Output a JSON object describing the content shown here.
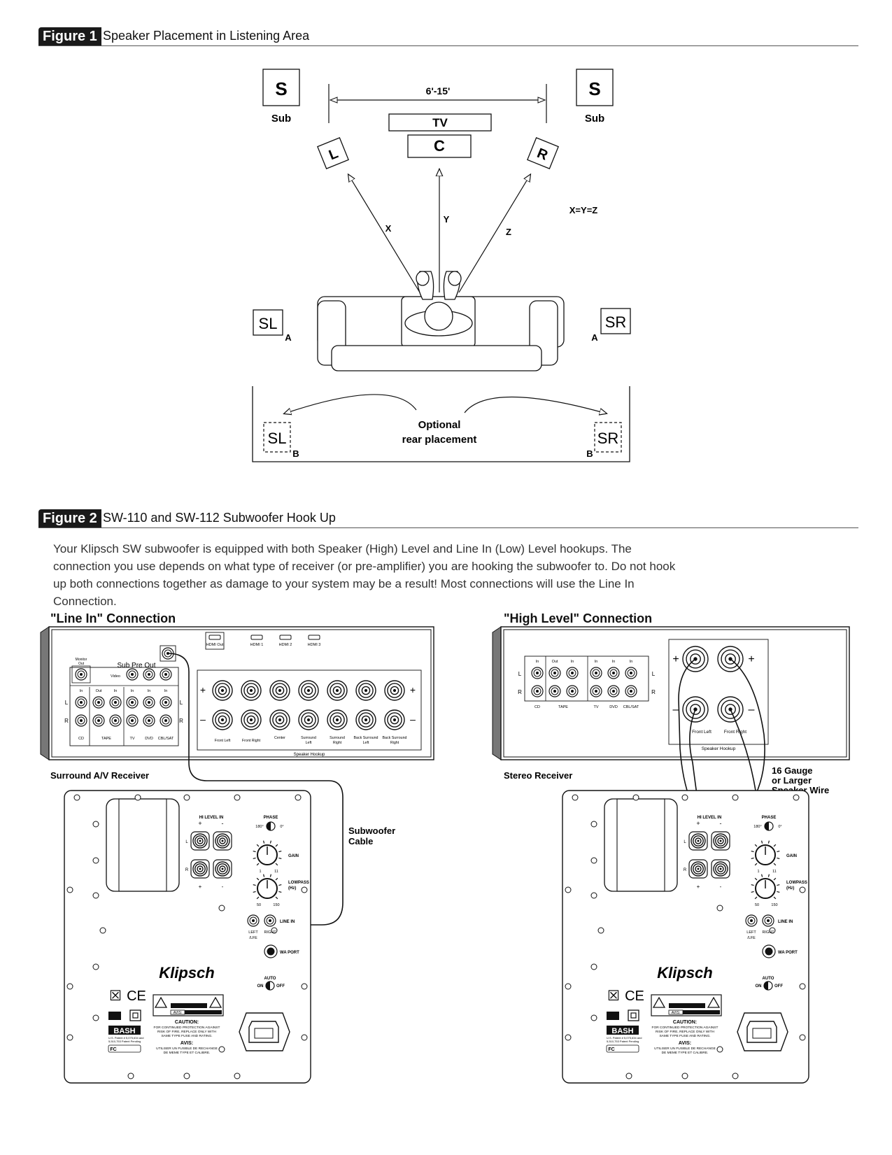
{
  "figure1": {
    "badge": "Figure 1",
    "title": "Speaker Placement in Listening Area",
    "sub_letter": "S",
    "sub_label": "Sub",
    "distance": "6'-15'",
    "tv": "TV",
    "center": "C",
    "left": "L",
    "right": "R",
    "x_label": "X",
    "y_label": "Y",
    "z_label": "Z",
    "equation": "X=Y=Z",
    "sl": "SL",
    "sr": "SR",
    "pos_a": "A",
    "pos_b": "B",
    "optional_line1": "Optional",
    "optional_line2": "rear placement"
  },
  "figure2": {
    "badge": "Figure 2",
    "title": "SW-110 and SW-112 Subwoofer Hook Up",
    "intro": "Your Klipsch SW subwoofer is equipped with both Speaker (High) Level and Line In (Low) Level hookups.  The connection you use depends on what type of receiver (or pre-amplifier) you are hooking the subwoofer to.  Do not hook up both connections together as damage to your system may be a result! Most connections will use the Line In Connection.",
    "line_in_title": "\"Line In\" Connection",
    "high_level_title": "\"High Level\" Connection",
    "av_receiver_label": "Surround A/V Receiver",
    "stereo_receiver_label": "Stereo Receiver",
    "subwoofer_cable": [
      "Subwoofer",
      "Cable"
    ],
    "wire_note": [
      "16 Gauge",
      "or Larger",
      "Speaker Wire"
    ],
    "av": {
      "sub_pre_out": "Sub Pre Out",
      "monitor_out": [
        "Monitor",
        "Out"
      ],
      "video": "Video",
      "hdmi": [
        "HDMI Out",
        "HDMI 1",
        "HDMI 2",
        "HDMI 3"
      ],
      "in": "In",
      "out": "Out",
      "sources": [
        "CD",
        "TAPE",
        "TV",
        "DVD",
        "CBL/SAT"
      ],
      "channels": [
        "Front Left",
        "Front Right",
        "Center",
        "Surround Left",
        "Surround Right",
        "Back Surround Left",
        "Back Surround Right"
      ],
      "speaker_hookup": "Speaker Hookup"
    },
    "stereo": {
      "front_left": "Front Left",
      "front_right": "Front Right",
      "speaker_hookup": "Speaker Hookup"
    },
    "sub_panel": {
      "hi_level_in": "HI LEVEL IN",
      "phase": "PHASE",
      "phase_values": [
        "180°",
        "0°"
      ],
      "gain": "GAIN",
      "lowpass": [
        "LOWPASS",
        "(Hz)"
      ],
      "lowpass_range": [
        "50",
        "150"
      ],
      "gain_range": [
        "1",
        "11"
      ],
      "line_in": "LINE IN",
      "left_lfe": [
        "LEFT",
        "/LFE"
      ],
      "right": "RIGHT",
      "wa_port": "WA PORT",
      "auto": "AUTO",
      "on": "ON",
      "off": "OFF",
      "brand": "Klipsch",
      "caution": "CAUTION:",
      "caution_text": [
        "FOR CONTINUED PROTECTION AGAINST",
        "RISK OF FIRE, REPLACE ONLY WITH",
        "SAME TYPE FUSE AND RATING."
      ],
      "avis": "AVIS:",
      "avis_text": [
        "UTILISER UN FUSIBLE DE RECHANGE",
        "DE MEME TYPE ET CALIBRE."
      ],
      "bash": "BASH",
      "ce": "CE",
      "fc": "FC",
      "patent": [
        "U.S. Patent # 5,075,634 and",
        "5,510,753 Patent Pending"
      ]
    }
  }
}
